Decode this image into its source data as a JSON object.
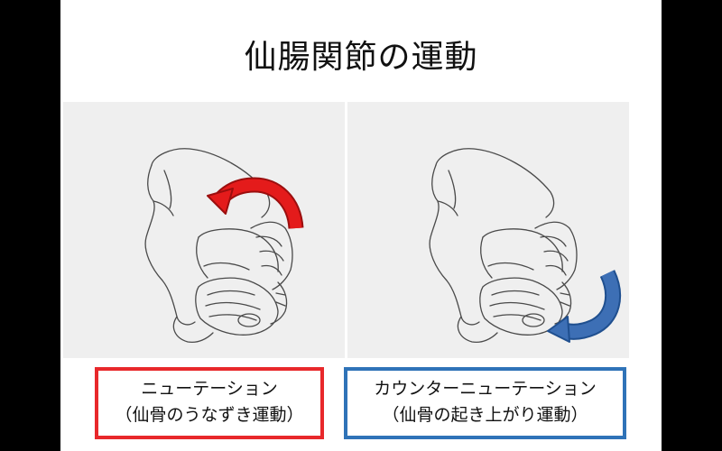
{
  "slide": {
    "title": "仙腸関節の運動"
  },
  "panels": [
    {
      "arrow": "red-curved-arrow",
      "arrow_color": "#e41b1b",
      "caption_line1": "ニューテーション",
      "caption_line2": "（仙骨のうなずき運動）",
      "border_color": "#e8282b"
    },
    {
      "arrow": "blue-curved-arrow",
      "arrow_color": "#3d6fb5",
      "caption_line1": "カウンターニューテーション",
      "caption_line2": "（仙骨の起き上がり運動）",
      "border_color": "#2f73b8"
    }
  ],
  "colors": {
    "background": "#000000",
    "slide": "#ffffff",
    "panel": "#efefef",
    "sketch": "#444444"
  }
}
